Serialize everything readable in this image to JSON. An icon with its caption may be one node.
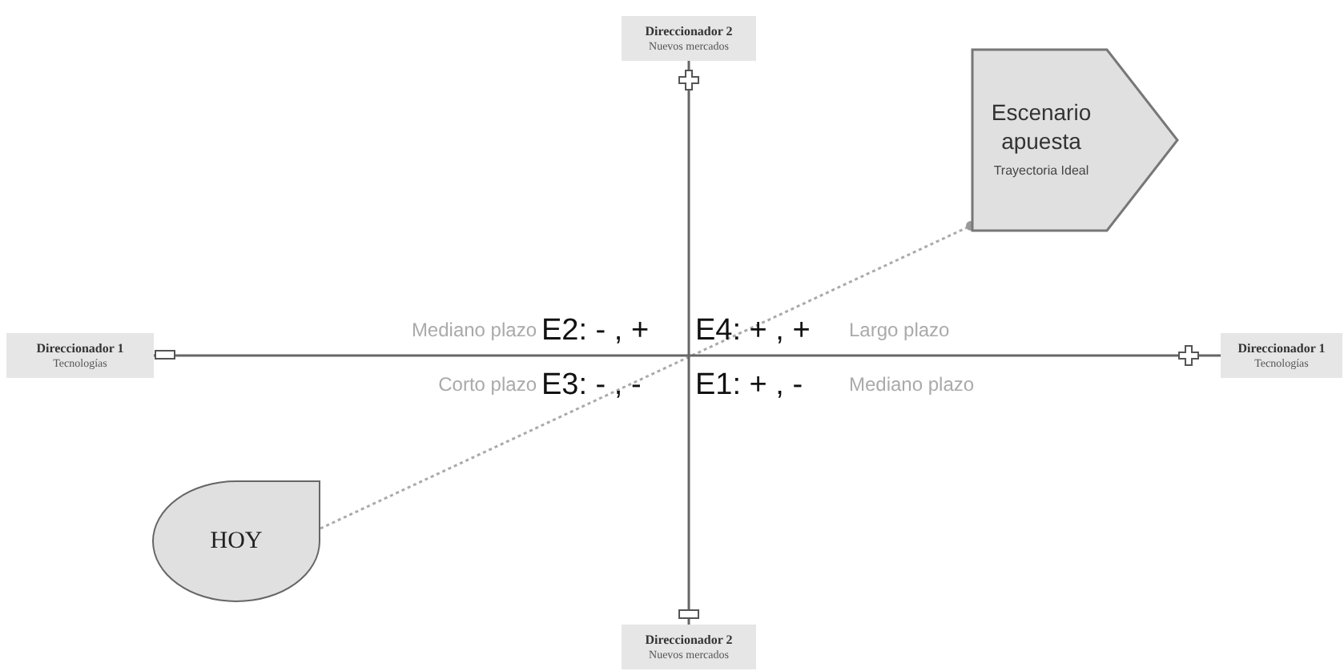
{
  "diagram": {
    "nodes": [
      {
        "text": [
          "Direccionador 2",
          "Nuevos mercados"
        ]
      },
      {
        "text": [
          "Escenario apuesta",
          "Trayectoria Ideal"
        ]
      },
      {
        "text": [
          "Direccionador 1",
          "Tecnologías"
        ]
      },
      {
        "text": [
          "Direccionador 1",
          "Tecnologías"
        ]
      },
      {
        "text": [
          "HOY"
        ]
      },
      {
        "text": [
          "Direccionador 2",
          "Nuevos mercados"
        ]
      }
    ],
    "edges": [
      {
        "from": 4,
        "to": 1,
        "arrow": "other",
        "style": "dashed"
      },
      {
        "from": 2,
        "to": 3,
        "arrow": "none"
      },
      {
        "from": 5,
        "to": 0,
        "arrow": "none"
      }
    ],
    "labels": [
      "Mediano plazo",
      "E2: - , +",
      "E4: + , +",
      "Largo plazo",
      "Corto plazo",
      "E3: - , -",
      "E1: + , -",
      "Mediano plazo"
    ]
  }
}
